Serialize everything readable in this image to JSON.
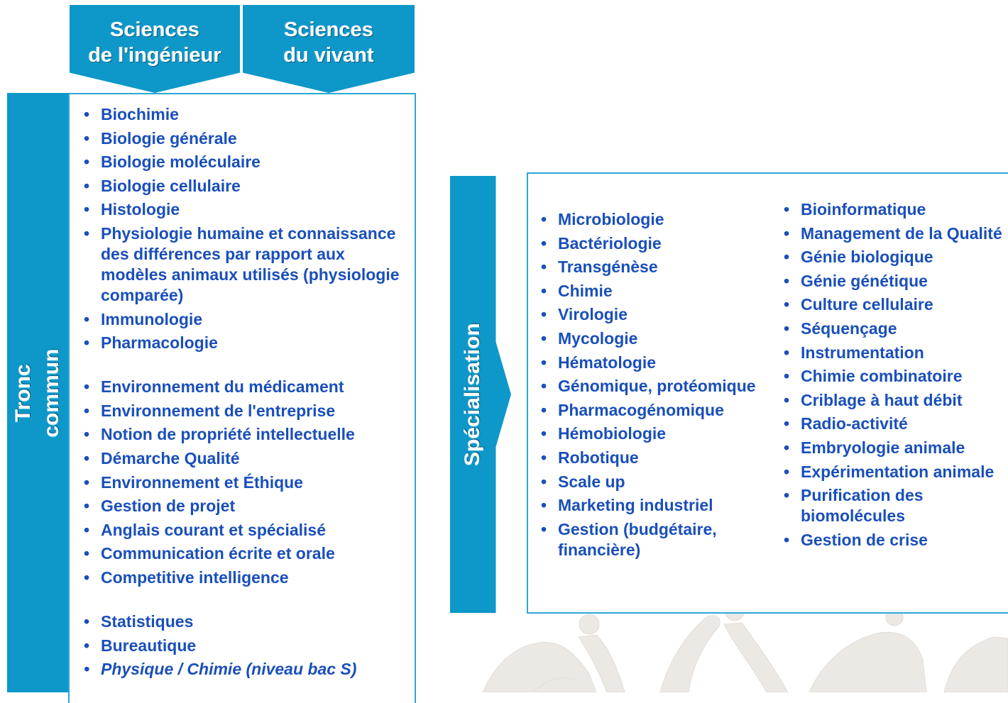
{
  "header": {
    "tab_ingenieur": {
      "line1": "Sciences",
      "line2": "de l'ingénieur"
    },
    "tab_vivant": {
      "line1": "Sciences",
      "line2": "du vivant"
    }
  },
  "tronc_commun": {
    "label_line1": "Tronc",
    "label_line2": "commun",
    "items": [
      {
        "text": "Biochimie"
      },
      {
        "text": "Biologie générale"
      },
      {
        "text": "Biologie moléculaire"
      },
      {
        "text": "Biologie cellulaire"
      },
      {
        "text": "Histologie"
      },
      {
        "text": "Physiologie humaine et connaissance des différences par rapport aux modèles animaux utilisés (physiologie comparée)"
      },
      {
        "text": "Immunologie"
      },
      {
        "text": "Pharmacologie"
      },
      {
        "text": "Environnement du médicament",
        "group_start": true
      },
      {
        "text": "Environnement de l'entreprise"
      },
      {
        "text": "Notion de propriété intellectuelle"
      },
      {
        "text": "Démarche Qualité"
      },
      {
        "text": "Environnement et Éthique"
      },
      {
        "text": "Gestion de projet"
      },
      {
        "text": "Anglais courant et spécialisé"
      },
      {
        "text": "Communication écrite et orale"
      },
      {
        "text": "Competitive intelligence"
      },
      {
        "text": "Statistiques",
        "group_start": true
      },
      {
        "text": "Bureautique"
      },
      {
        "text": "Physique / Chimie (niveau bac S)",
        "italic": true
      }
    ]
  },
  "specialisation": {
    "label": "Spécialisation",
    "col1": [
      "Microbiologie",
      "Bactériologie",
      "Transgénèse",
      "Chimie",
      "Virologie",
      "Mycologie",
      "Hématologie",
      "Génomique, protéomique",
      "Pharmacogénomique",
      "Hémobiologie",
      "Robotique",
      "Scale up",
      "Marketing industriel",
      "Gestion (budgétaire, financière)"
    ],
    "col2": [
      "Bioinformatique",
      "Management de la Qualité",
      "Génie biologique",
      "Génie génétique",
      "Culture cellulaire",
      "Séquençage",
      "Instrumentation",
      "Chimie combinatoire",
      "Criblage à haut débit",
      "Radio-activité",
      "Embryologie animale",
      "Expérimentation animale",
      "Purification des biomolécules",
      "Gestion de crise"
    ]
  },
  "colors": {
    "header_blue": "#0e97c9",
    "text_blue": "#1a4fba",
    "border_blue": "#2ba7d6"
  }
}
